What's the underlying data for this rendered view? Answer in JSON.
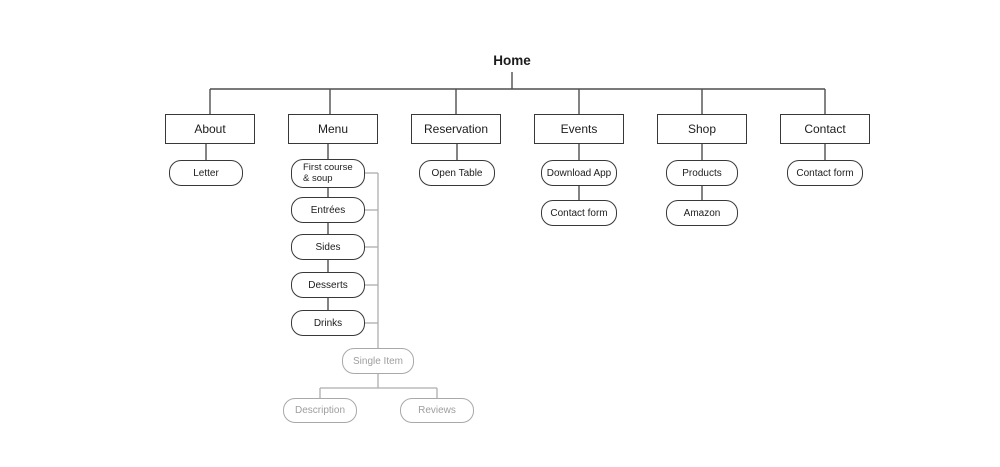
{
  "sitemap": {
    "root": {
      "label": "Home"
    },
    "branches": [
      {
        "label": "About",
        "children": [
          {
            "label": "Letter"
          }
        ]
      },
      {
        "label": "Menu",
        "children": [
          {
            "label": "First course & soup",
            "lines": [
              "First course",
              "& soup"
            ]
          },
          {
            "label": "Entrées"
          },
          {
            "label": "Sides"
          },
          {
            "label": "Desserts"
          },
          {
            "label": "Drinks"
          }
        ],
        "item_template": {
          "label": "Single Item",
          "children": [
            {
              "label": "Description"
            },
            {
              "label": "Reviews"
            }
          ]
        }
      },
      {
        "label": "Reservation",
        "children": [
          {
            "label": "Open Table"
          }
        ]
      },
      {
        "label": "Events",
        "children": [
          {
            "label": "Download App",
            "children": [
              {
                "label": "Contact form"
              }
            ]
          }
        ]
      },
      {
        "label": "Shop",
        "children": [
          {
            "label": "Products",
            "children": [
              {
                "label": "Amazon"
              }
            ]
          }
        ]
      },
      {
        "label": "Contact",
        "children": [
          {
            "label": "Contact form"
          }
        ]
      }
    ]
  },
  "colors": {
    "background": "#ffffff",
    "node_border": "#383838",
    "node_text": "#1c1c1c",
    "connector": "#4e4e4e",
    "muted_border": "#a9a9a9",
    "muted_text": "#9e9e9e",
    "muted_connector": "#aeaeae"
  }
}
